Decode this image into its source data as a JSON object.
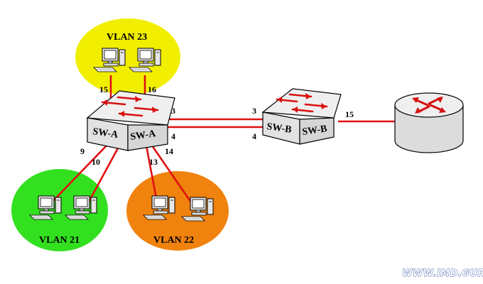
{
  "vlans": {
    "v23": {
      "label": "VLAN 23",
      "color": "#f2ee00"
    },
    "v21": {
      "label": "VLAN 21",
      "color": "#33e020"
    },
    "v22": {
      "label": "VLAN 22",
      "color": "#f0820e"
    }
  },
  "switches": {
    "a": {
      "left": "SW-A",
      "right": "SW-A"
    },
    "b": {
      "left": "SW-B",
      "right": "SW-B"
    }
  },
  "ports": {
    "a15": "15",
    "a16": "16",
    "a9": "9",
    "a10": "10",
    "a13": "13",
    "a14": "14",
    "a3": "3",
    "a4": "4",
    "b3": "3",
    "b4": "4",
    "b15": "15"
  },
  "watermark": "WWW.IMD.GURU",
  "colors": {
    "link": "#e01010",
    "arrow": "#d81010"
  }
}
